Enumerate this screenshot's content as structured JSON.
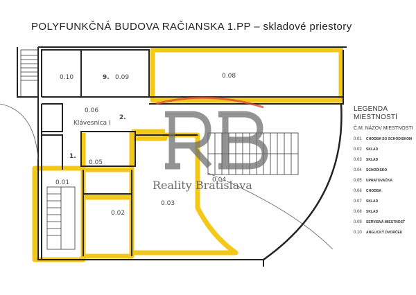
{
  "title": "POLYFUNKČNÁ BUDOVA RAČIANSKA 1.PP – skladové priestory",
  "watermark": {
    "logo": "RB",
    "text": "Reality Bratislava"
  },
  "rooms": {
    "r001": "0.01",
    "r002": "0.02",
    "r003": "0.03",
    "r004": "0.04",
    "r005": "0.05",
    "r006": "0.06",
    "r008": "0.08",
    "r009": "0.09",
    "r010": "0.10",
    "stair_label": "Klávesnica I",
    "mark1": "1.",
    "mark2": "2.",
    "mark9": "9."
  },
  "legend": {
    "title": "LEGENDA MIESTNOSTÍ",
    "header": "Č.M.   NÁZOV MIESTNOSTI",
    "items": [
      {
        "no": "0.01",
        "name": "CHODBA SO SCHODISKOM"
      },
      {
        "no": "0.02",
        "name": "SKLAD"
      },
      {
        "no": "0.03",
        "name": "SKLAD"
      },
      {
        "no": "0.04",
        "name": "SCHODISKO"
      },
      {
        "no": "0.05",
        "name": "UPRATOVAČKA"
      },
      {
        "no": "0.06",
        "name": "CHODBA"
      },
      {
        "no": "0.07",
        "name": "SKLAD"
      },
      {
        "no": "0.08",
        "name": "SKLAD"
      },
      {
        "no": "0.09",
        "name": "SERVISNÁ MIESTNOSŤ"
      },
      {
        "no": "0.10",
        "name": "ANGLICKÝ DVORČEK"
      }
    ]
  },
  "colors": {
    "highlight": "#f2c200",
    "wall": "#222222",
    "logo_red": "#d9432f",
    "logo_gray": "#707070"
  }
}
